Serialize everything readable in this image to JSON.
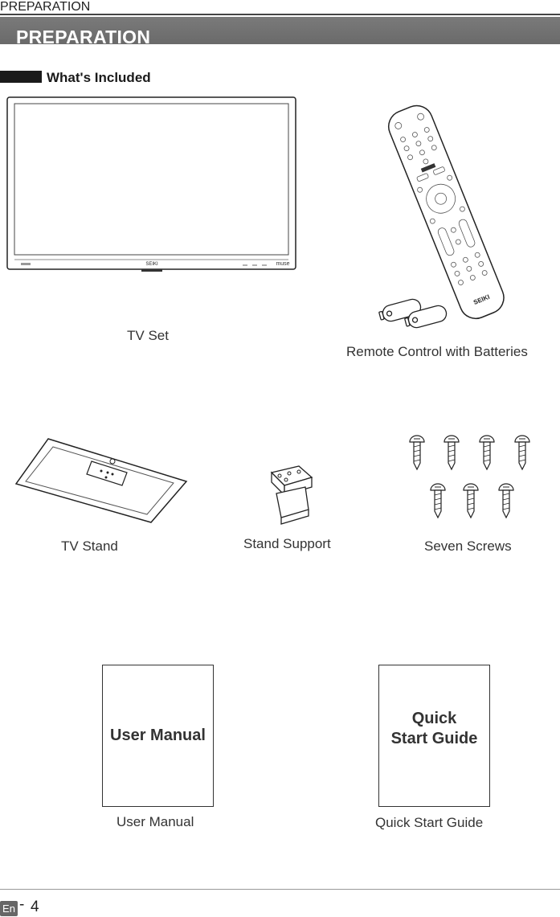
{
  "header": {
    "running_title": "PREPARATION",
    "section_title": "PREPARATION",
    "subsection_title": "What's Included"
  },
  "items": {
    "tv_set": {
      "caption": "TV Set",
      "brand": "SEIKI",
      "corner_label": "muse"
    },
    "remote": {
      "caption": "Remote Control with Batteries",
      "brand": "SEIKI"
    },
    "tv_stand": {
      "caption": "TV Stand"
    },
    "stand_support": {
      "caption": "Stand Support"
    },
    "screws": {
      "caption": "Seven Screws"
    },
    "user_manual": {
      "caption": "User Manual",
      "cover_text": "User Manual"
    },
    "quick_start": {
      "caption": "Quick Start Guide",
      "cover_line1": "Quick",
      "cover_line2": "Start Guide"
    }
  },
  "footer": {
    "language": "En",
    "separator": "-",
    "page_number": "4"
  }
}
